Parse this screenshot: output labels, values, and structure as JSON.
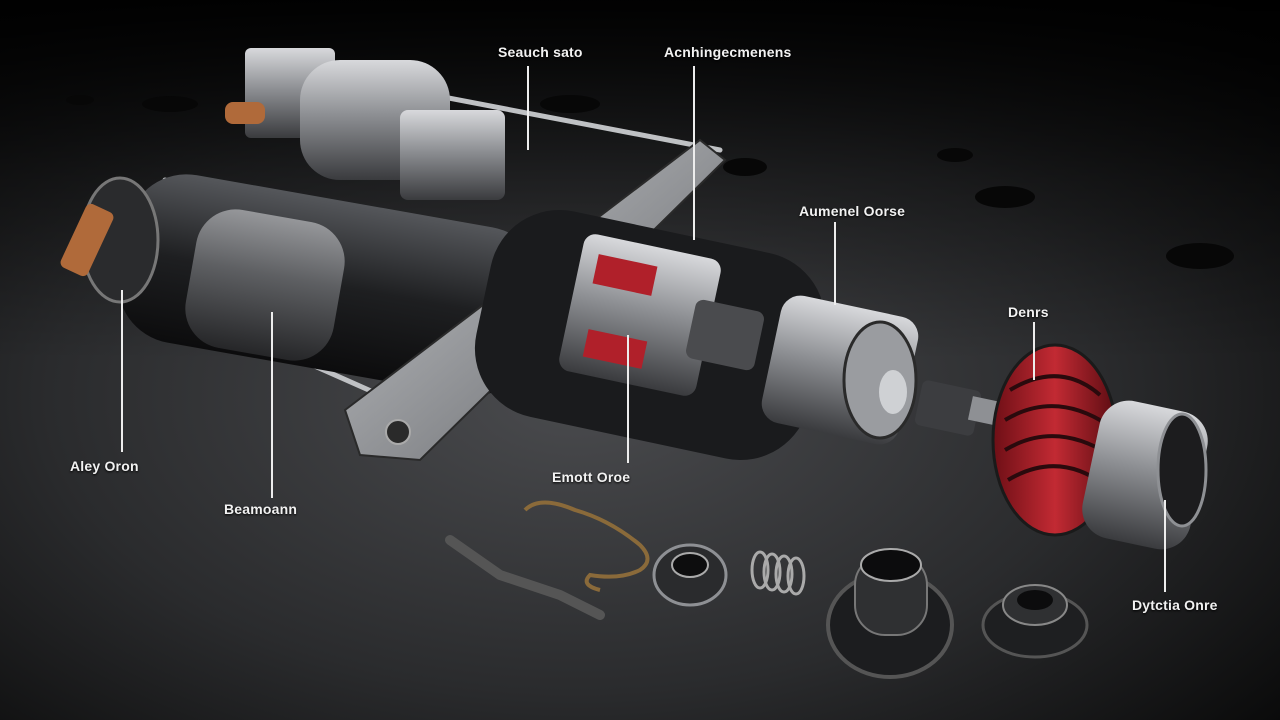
{
  "callouts": {
    "top_left": "Seauch sato",
    "top_right": "Acnhingecmenens",
    "armature": "Aumenel Oorse",
    "drive": "Denrs",
    "left_end": "Aley Oron",
    "body": "Beamoann",
    "center": "Emott Oroe",
    "bottom_right": "Dytctia Onre"
  },
  "colors": {
    "background": "#0a0a0a",
    "surface": "#3a3b3e",
    "metal": "#9a9ca0",
    "accent_red": "#b0202a",
    "copper": "#b06a3a",
    "label_text": "#f2f2f2"
  }
}
